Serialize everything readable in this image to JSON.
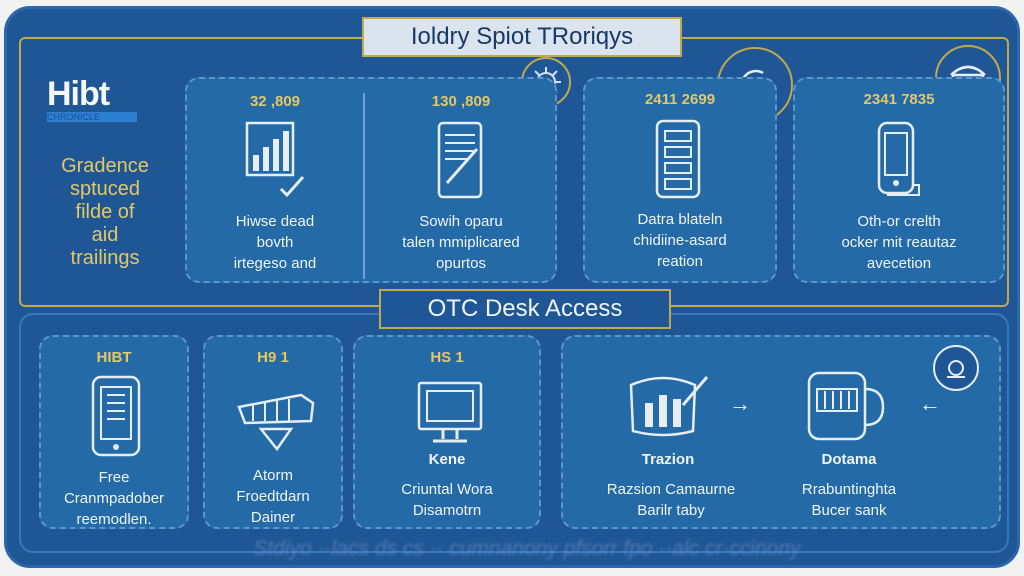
{
  "header": {
    "title": "Ioldry Spiot TRoriqys"
  },
  "brand": {
    "name": "Hibt",
    "sub": "CHRONICLE"
  },
  "side_note": [
    "Gradence",
    "sptuced",
    "filde of",
    "aid",
    "trailings"
  ],
  "top_cards": [
    {
      "number": "32 ,809",
      "lines": [
        "Hiwse dead",
        "bovth",
        "irtegeso and"
      ],
      "icon": "chart-check-icon"
    },
    {
      "number": "130 ,809",
      "lines": [
        "Sowih oparu",
        "talen mmiplicared",
        "opurtos"
      ],
      "icon": "document-pen-icon"
    },
    {
      "number": "2411 2699",
      "lines": [
        "Datra blateln",
        "chidiine-asard",
        "reation"
      ],
      "icon": "server-icon"
    },
    {
      "number": "2341 7835",
      "lines": [
        "Oth-or crelth",
        "ocker mit reautaz",
        "avecetion"
      ],
      "icon": "device-icon"
    }
  ],
  "section": {
    "title": "OTC Desk Access"
  },
  "bottom_cards": [
    {
      "number": "HIBT",
      "lines": [
        "Free",
        "Cranmpadober",
        "reemodlen."
      ],
      "icon": "phone-icon"
    },
    {
      "number": "H9 1",
      "lines": [
        "Atorm",
        "Froedtdarn",
        "Dainer"
      ],
      "icon": "vessel-icon"
    },
    {
      "number": "HS 1",
      "label": "Kene",
      "lines": [
        "Criuntal Wora",
        "Disamotrn"
      ],
      "icon": "monitor-icon"
    }
  ],
  "flow": {
    "left_title": "Trazion",
    "left_lines": [
      "Razsion Camaurne",
      "Barilr taby"
    ],
    "right_title": "Dotama",
    "right_lines": [
      "Rrabuntinghta",
      "Bucer sank"
    ]
  },
  "footer": {
    "text": "Stdiyo  ··lacs  ds cs  ··  cumnanony pfsorr  fpo  ··alc cr·ccinony"
  },
  "colors": {
    "background": "#1f5796",
    "accent": "#e4c766",
    "text": "#f1f4f7"
  }
}
